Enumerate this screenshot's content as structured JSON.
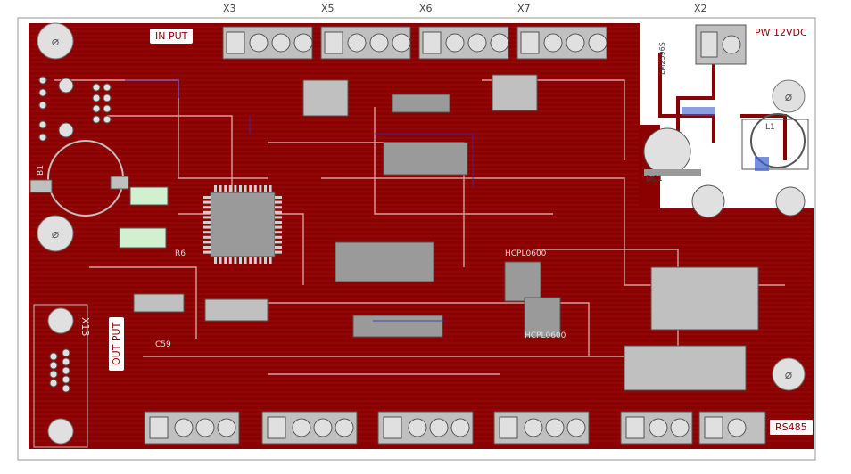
{
  "board": {
    "labels": {
      "input": "IN PUT",
      "output": "OUT PUT",
      "power": "PW 12VDC",
      "rs485": "RS485"
    },
    "connectors": {
      "x3": "X3",
      "x5": "X5",
      "x6": "X6",
      "x7": "X7",
      "x2": "X2",
      "x13": "X13"
    },
    "parts": {
      "hcpl_top": "HCPL0600",
      "hcpl_bottom": "HCPL0600",
      "l1": "L1",
      "dc1": "DC1",
      "r6": "R6",
      "c59": "C59",
      "b1": "B1",
      "lm2": "LM2596S"
    },
    "colors": {
      "copper": "#8b0000",
      "trace": "#c48080",
      "pad": "#c0c0c0",
      "silk": "#ffffff",
      "background": "#ffffff"
    }
  }
}
